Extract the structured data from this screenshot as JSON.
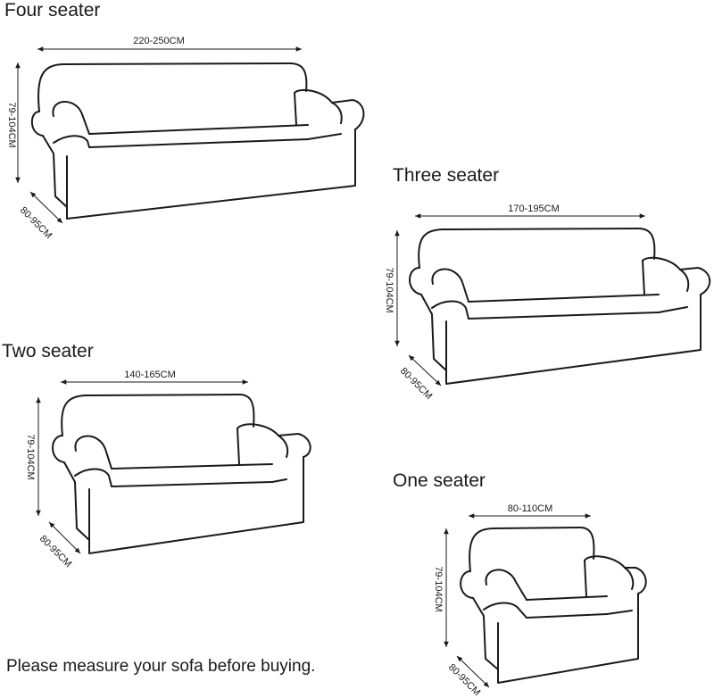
{
  "sofas": [
    {
      "title": "Four seater",
      "width": "220-250CM",
      "height": "79-104CM",
      "depth": "80-95CM"
    },
    {
      "title": "Three seater",
      "width": "170-195CM",
      "height": "79-104CM",
      "depth": "80-95CM"
    },
    {
      "title": "Two seater",
      "width": "140-165CM",
      "height": "79-104CM",
      "depth": "80-95CM"
    },
    {
      "title": "One seater",
      "width": "80-110CM",
      "height": "79-104CM",
      "depth": "80-95CM"
    }
  ],
  "footer_note": "Please measure your sofa before buying."
}
